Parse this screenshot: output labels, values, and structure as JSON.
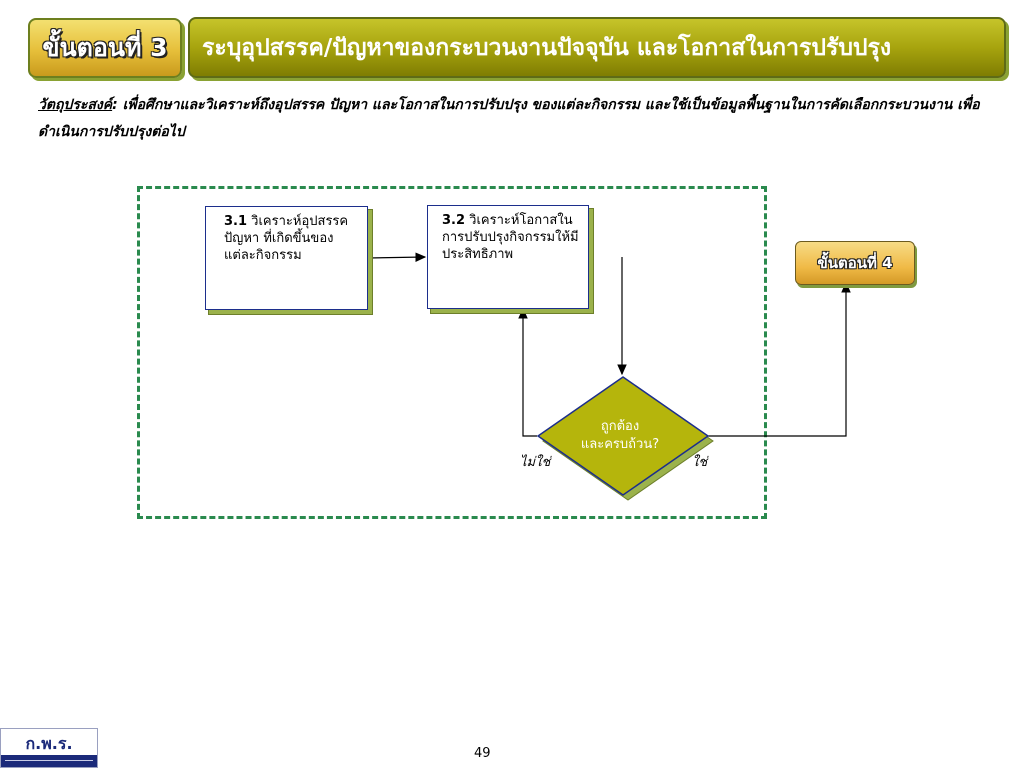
{
  "header": {
    "step_label": "ขั้นตอนที่ 3",
    "title": "ระบุอุปสรรค/ปัญหาของกระบวนงานปัจจุบัน และโอกาสในการปรับปรุง"
  },
  "objective": {
    "label": "วัตถุประสงค์",
    "text": ": เพื่อศึกษาและวิเคราะห์ถึงอุปสรรค ปัญหา และโอกาสในการปรับปรุง ของแต่ละกิจกรรม และใช้เป็นข้อมูลพื้นฐานในการคัดเลือกกระบวนงาน เพื่อดำเนินการปรับปรุงต่อไป"
  },
  "diagram": {
    "box1": {
      "number": "3.1",
      "text": "วิเคราะห์อุปสรรค ปัญหา ที่เกิดขึ้นของแต่ละกิจกรรม"
    },
    "box2": {
      "number": "3.2",
      "text": "วิเคราะห์โอกาสในการปรับปรุงกิจกรรมให้มีประสิทธิภาพ"
    },
    "decision": {
      "line1": "ถูกต้อง",
      "line2": "และครบถ้วน?"
    },
    "no_label": "ไม่ใช่",
    "yes_label": "ใช่",
    "next_step": "ขั้นตอนที่ 4"
  },
  "footer": {
    "logo_text": "ก.พ.ร.",
    "page_number": "49"
  },
  "colors": {
    "banner": "#a7a40e",
    "badge": "#e6bf3a",
    "frame": "#2a8a4e",
    "diamond": "#b5b50c",
    "box_border": "#1c2e8c"
  }
}
